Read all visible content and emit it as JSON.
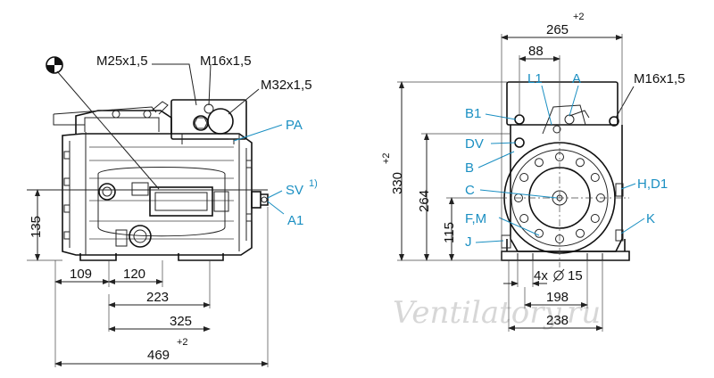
{
  "watermark": "Ventilatory.ru",
  "left_view": {
    "labels": {
      "m25": "M25x1,5",
      "m16": "M16x1,5",
      "m32": "M32x1,5",
      "pa": "PA",
      "sv": "SV",
      "sv_sup": "1)",
      "a1": "A1"
    },
    "dims": {
      "d135": "135",
      "d109": "109",
      "d120": "120",
      "d223": "223",
      "d325": "325",
      "d469": "469",
      "d469_tol": "+2"
    }
  },
  "right_view": {
    "labels": {
      "l1": "L1",
      "a": "A",
      "m16": "M16x1,5",
      "b1": "B1",
      "dv": "DV",
      "b": "B",
      "c": "C",
      "fm": "F,M",
      "j": "J",
      "hd1": "H,D1",
      "k": "K"
    },
    "dims": {
      "d265": "265",
      "d265_tol": "+2",
      "d88": "88",
      "d330": "330",
      "d330_tol": "+2",
      "d264": "264",
      "d115": "115",
      "holes": "4x",
      "holes_dia": "15",
      "d198": "198",
      "d238": "238"
    }
  }
}
